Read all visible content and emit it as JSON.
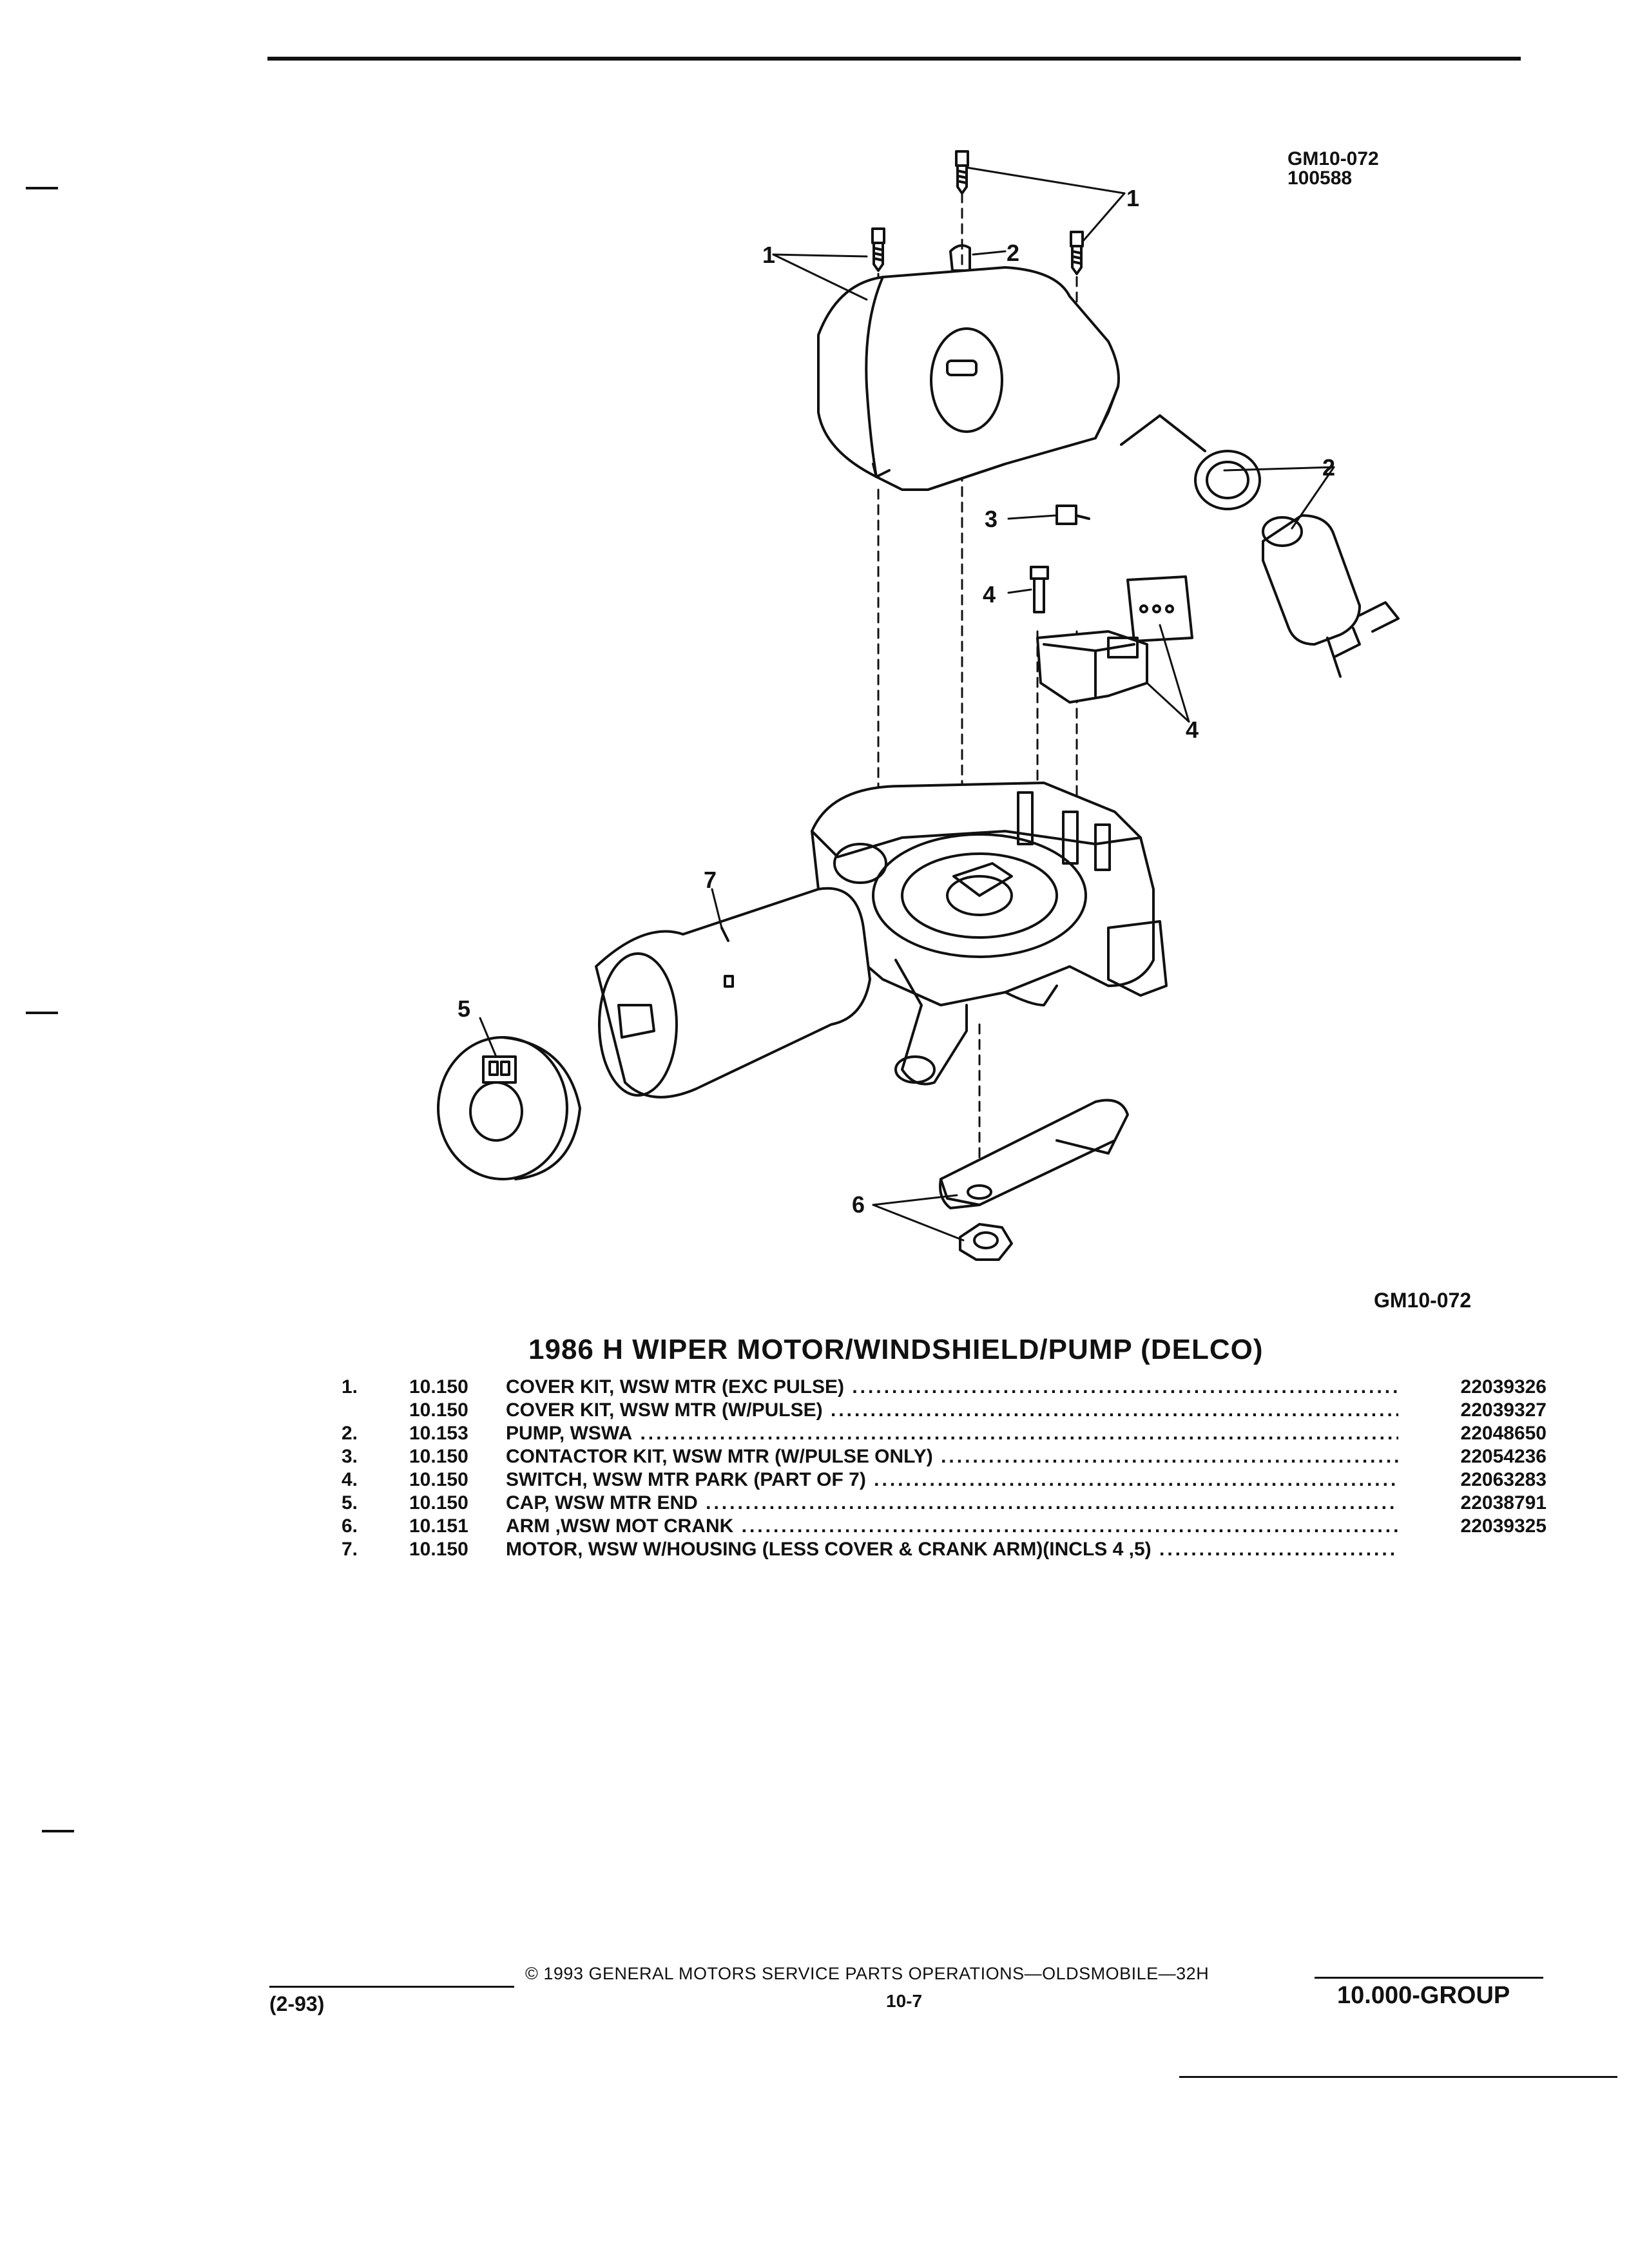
{
  "figure": {
    "code_top": "GM10-072",
    "code_sub": "100588",
    "code_bottom": "GM10-072",
    "callouts": [
      "1",
      "1",
      "2",
      "2",
      "3",
      "4",
      "4",
      "5",
      "6",
      "7"
    ]
  },
  "title": "1986 H WIPER MOTOR/WINDSHIELD/PUMP (DELCO)",
  "parts": [
    {
      "num": "1.",
      "group": "10.150",
      "name": "COVER KIT",
      "desc": ", WSW MTR (EXC PULSE)",
      "part_no": "22039326"
    },
    {
      "num": "",
      "group": "10.150",
      "name": "COVER KIT",
      "desc": ", WSW MTR (W/PULSE)",
      "part_no": "22039327"
    },
    {
      "num": "2.",
      "group": "10.153",
      "name": "PUMP",
      "desc": ", WSWA",
      "part_no": "22048650"
    },
    {
      "num": "3.",
      "group": "10.150",
      "name": "CONTACTOR KIT",
      "desc": ", WSW MTR (W/PULSE ONLY)",
      "part_no": "22054236"
    },
    {
      "num": "4.",
      "group": "10.150",
      "name": "SWITCH",
      "desc": ", WSW MTR PARK (PART OF 7)",
      "part_no": "22063283"
    },
    {
      "num": "5.",
      "group": "10.150",
      "name": "CAP",
      "desc": ", WSW MTR END",
      "part_no": "22038791"
    },
    {
      "num": "6.",
      "group": "10.151",
      "name": "ARM",
      "desc": " ,WSW MOT CRANK",
      "part_no": "22039325"
    },
    {
      "num": "7.",
      "group": "10.150",
      "name": "MOTOR",
      "desc": ", WSW W/HOUSING (LESS COVER & CRANK ARM)(INCLS 4 ,5)",
      "part_no": ""
    }
  ],
  "footer": {
    "copyright": "© 1993 GENERAL MOTORS SERVICE PARTS OPERATIONS—OLDSMOBILE—32H",
    "page": "10-7",
    "date": "(2-93)",
    "group": "10.000-GROUP"
  }
}
